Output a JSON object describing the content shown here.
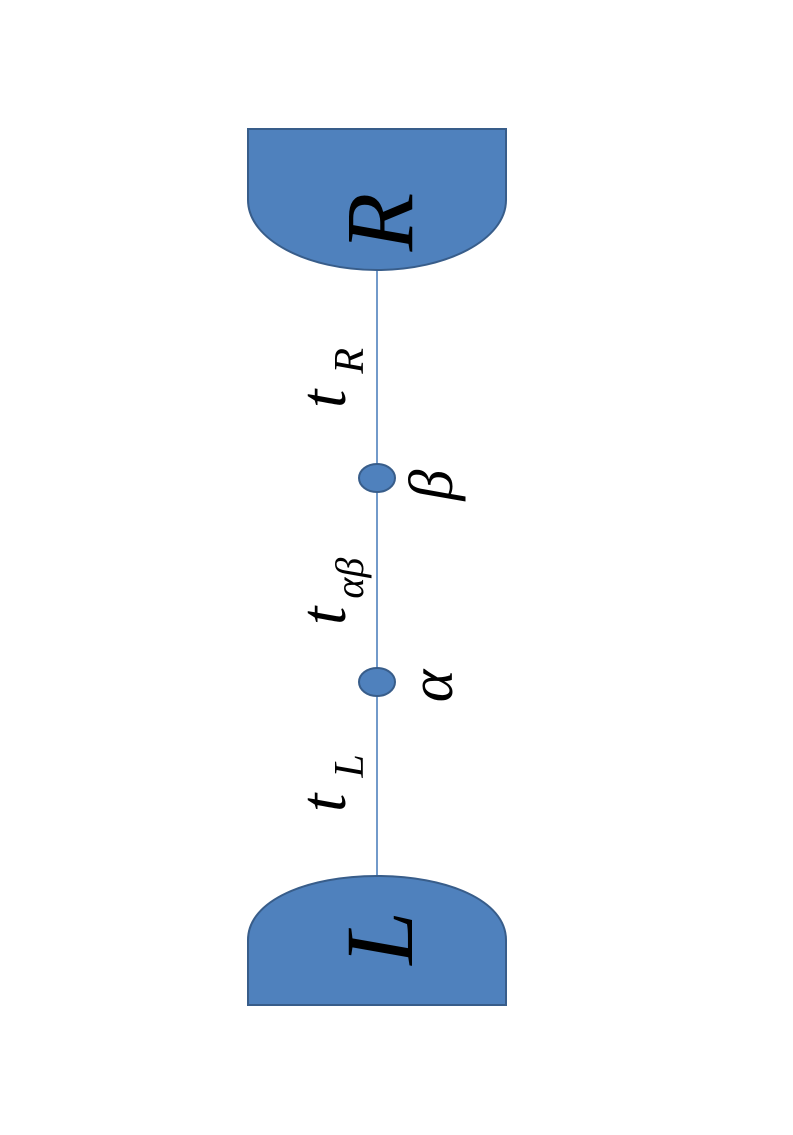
{
  "diagram": {
    "left_lead": {
      "label": "L"
    },
    "right_lead": {
      "label": "R"
    },
    "site_alpha": {
      "label": "α"
    },
    "site_beta": {
      "label": "β"
    },
    "hopping_left": {
      "base": "t",
      "sub": "L"
    },
    "hopping_middle": {
      "base": "t",
      "sub": "αβ"
    },
    "hopping_right": {
      "base": "t",
      "sub": "R"
    }
  },
  "colors": {
    "fill": "#4f81bd",
    "stroke": "#385d8a",
    "text": "#000000",
    "background": "#ffffff"
  }
}
